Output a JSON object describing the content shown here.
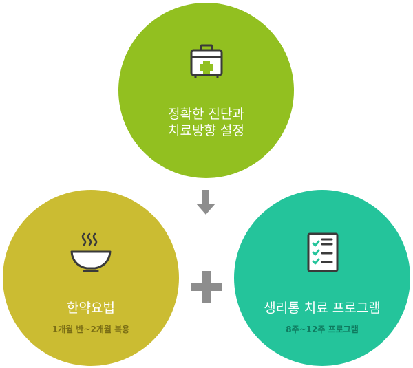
{
  "colors": {
    "top_circle": "#92c020",
    "left_circle": "#cbbc32",
    "right_circle": "#24c49b",
    "connector": "#8d8d8d"
  },
  "top": {
    "icon": "first-aid-kit-icon",
    "line1": "정확한 진단과",
    "line2": "치료방향 설정"
  },
  "left": {
    "icon": "steaming-bowl-icon",
    "title": "한약요법",
    "subtitle": "1개월 반~2개월 복용"
  },
  "right": {
    "icon": "checklist-icon",
    "title": "생리통 치료 프로그램",
    "subtitle": "8주~12주 프로그램"
  },
  "connectors": {
    "arrow_icon": "arrow-down-icon",
    "plus_icon": "plus-icon"
  }
}
